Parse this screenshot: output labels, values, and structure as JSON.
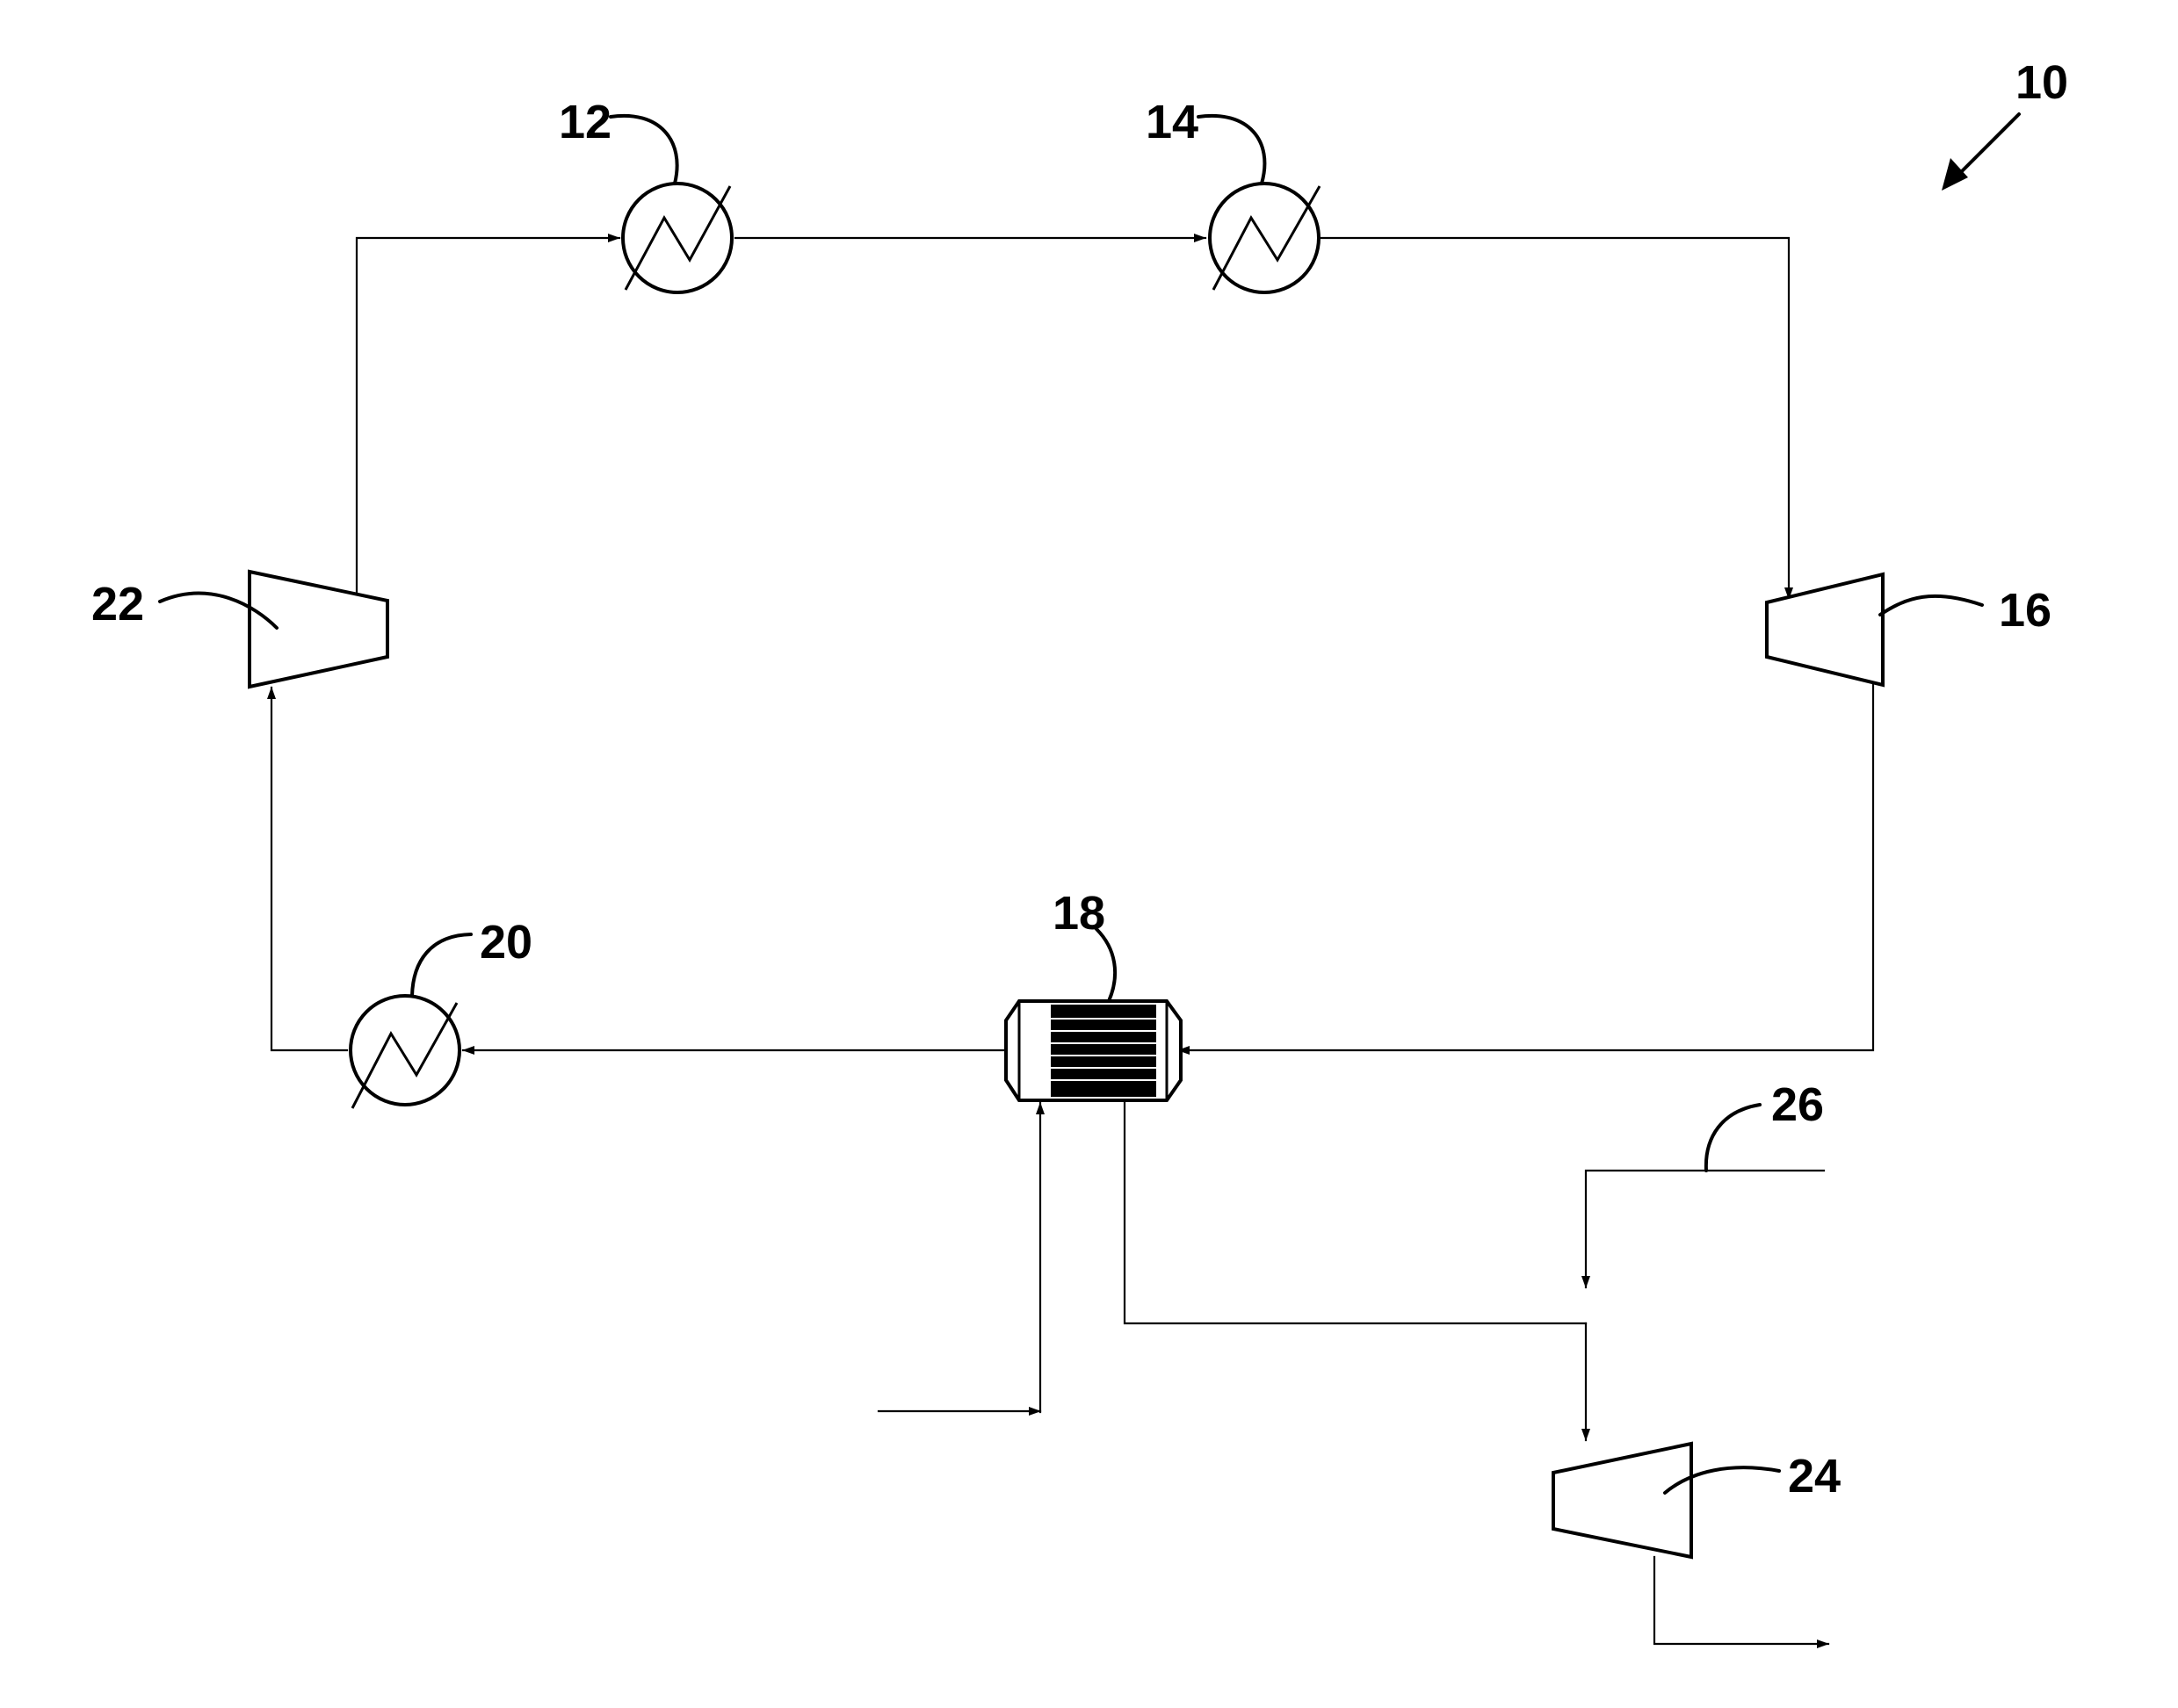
{
  "figure": {
    "system_ref": "10",
    "components": {
      "heater_1": "12",
      "heater_2": "14",
      "turbine": "16",
      "recuperator": "18",
      "cooler": "20",
      "compressor": "22",
      "expander": "24",
      "feed_line": "26"
    }
  }
}
